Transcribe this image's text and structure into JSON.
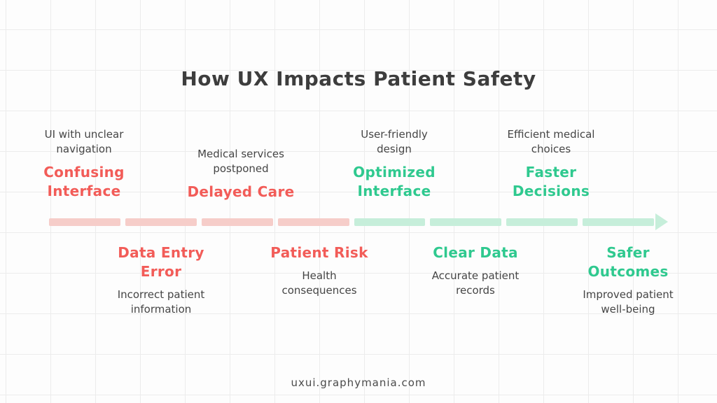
{
  "title": "How UX Impacts Patient Safety",
  "footer": "uxui.graphymania.com",
  "colors": {
    "negative": "#f25c58",
    "positive": "#2fc98f",
    "text": "#454545",
    "bar_negative": "#f6cdc9",
    "bar_positive": "#c6eeda"
  },
  "icons": {
    "timeline_arrow": "arrow-right"
  },
  "timeline": {
    "segments": {
      "negative": 4,
      "positive": 4
    },
    "top_items": [
      {
        "sublabel": "UI with unclear navigation",
        "label": "Confusing Interface",
        "tone": "negative"
      },
      {
        "sublabel": "Medical services postponed",
        "label": "Delayed Care",
        "tone": "negative"
      },
      {
        "sublabel": "User-friendly design",
        "label": "Optimized Interface",
        "tone": "positive"
      },
      {
        "sublabel": "Efficient medical choices",
        "label": "Faster Decisions",
        "tone": "positive"
      }
    ],
    "bottom_items": [
      {
        "label": "Data Entry Error",
        "sublabel": "Incorrect patient information",
        "tone": "negative"
      },
      {
        "label": "Patient Risk",
        "sublabel": "Health consequences",
        "tone": "negative"
      },
      {
        "label": "Clear Data",
        "sublabel": "Accurate patient records",
        "tone": "positive"
      },
      {
        "label": "Safer Outcomes",
        "sublabel": "Improved patient well-being",
        "tone": "positive"
      }
    ]
  }
}
